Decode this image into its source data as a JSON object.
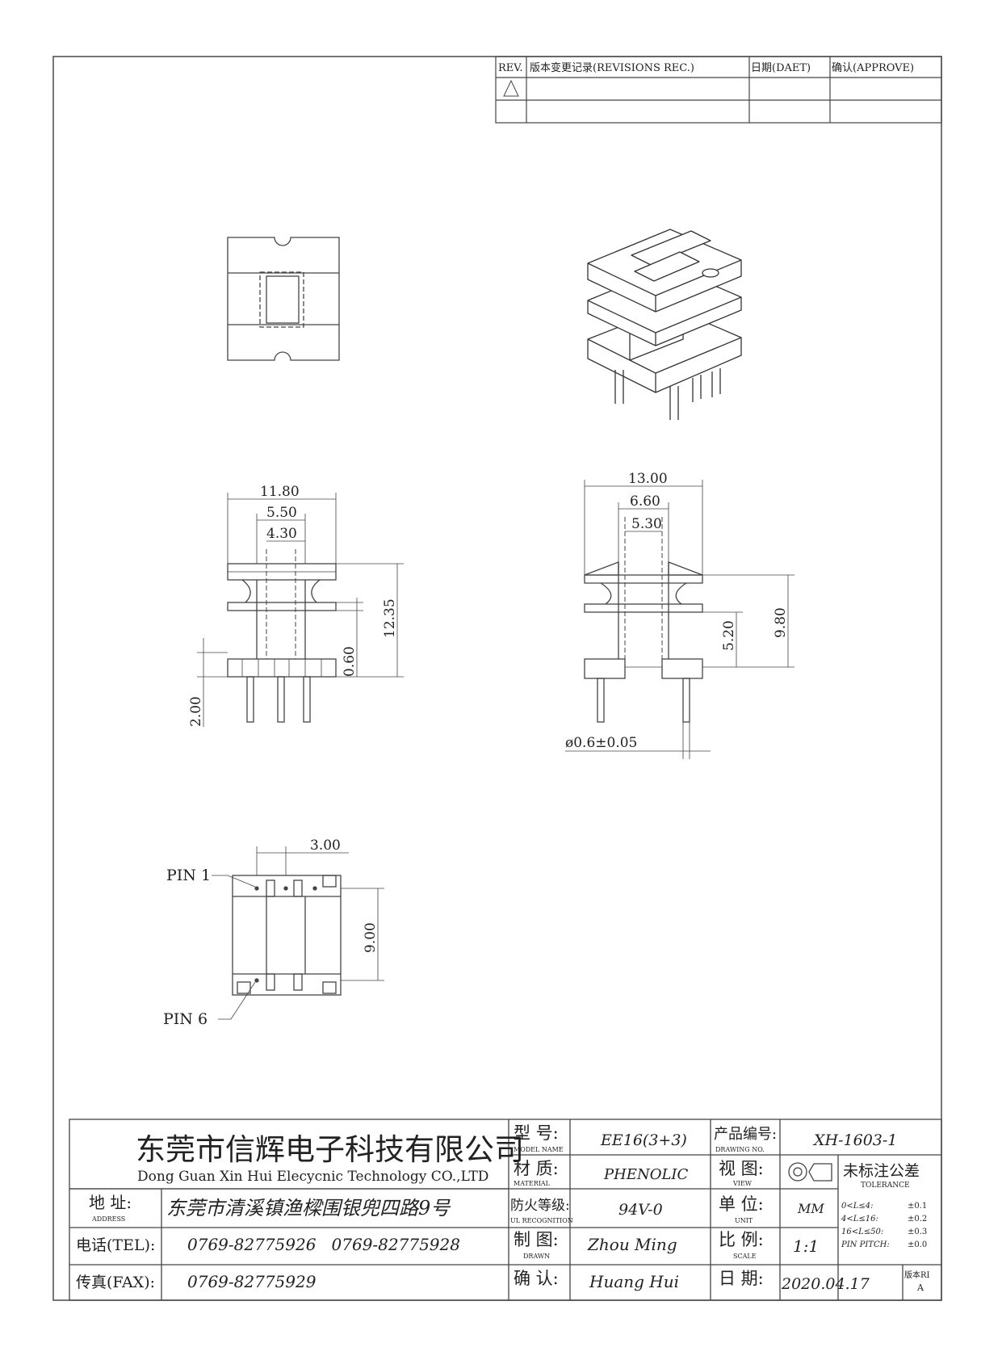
{
  "revisions": {
    "headers": [
      "REV.",
      "版本变更记录(REVISIONS REC.)",
      "日期(DAET)",
      "确认(APPROVE)"
    ],
    "rows": [
      [
        "",
        "",
        "",
        ""
      ],
      [
        "",
        "",
        "",
        ""
      ]
    ]
  },
  "dimensions": {
    "front_width": "11.80",
    "front_inner": "5.50",
    "front_core": "4.30",
    "front_height": "12.35",
    "front_flange": "0.60",
    "front_pin": "2.00",
    "side_width": "13.00",
    "side_inner": "6.60",
    "side_core": "5.30",
    "side_height": "9.80",
    "side_mid": "5.20",
    "pin_diameter": "ø0.6±0.05",
    "pin_pitch": "3.00",
    "pin_row": "9.00"
  },
  "pin_labels": {
    "first": "PIN 1",
    "last": "PIN 6"
  },
  "title_block": {
    "company_cn": "东莞市信辉电子科技有限公司",
    "company_en": "Dong Guan Xin Hui Elecycnic Technology CO.,LTD",
    "model_label_cn": "型 号:",
    "model_label_en": "MODEL NAME",
    "model_value": "EE16(3+3)",
    "drawing_no_label_cn": "产品编号:",
    "drawing_no_label_en": "DRAWING NO.",
    "drawing_no_value": "XH-1603-1",
    "material_label_cn": "材 质:",
    "material_label_en": "MATERIAL",
    "material_value": "PHENOLIC",
    "view_label_cn": "视 图:",
    "view_label_en": "VIEW",
    "tolerance_title_cn": "未标注公差",
    "tolerance_title_en": "TOLERANCE",
    "address_label_cn": "地 址:",
    "address_label_en": "ADDRESS",
    "address_value": "东莞市清溪镇渔樑围银兜四路9号",
    "ul_label_cn": "防火等级:",
    "ul_label_en": "UL RECOGNITION",
    "ul_value": "94V-0",
    "unit_label_cn": "单 位:",
    "unit_label_en": "UNIT",
    "unit_value": "MM",
    "tel_label": "电话(TEL):",
    "tel_values": "0769-82775926   0769-82775928",
    "drawn_label_cn": "制 图:",
    "drawn_label_en": "DRAWN",
    "drawn_value": "Zhou Ming",
    "scale_label_cn": "比 例:",
    "scale_label_en": "SCALE",
    "scale_value": "1:1",
    "fax_label": "传真(FAX):",
    "fax_value": "0769-82775929",
    "approve_label_cn": "确 认:",
    "approve_value": "Huang Hui",
    "date_label_cn": "日 期:",
    "date_value": "2020.04.17",
    "version_label": "版本RI",
    "version_value": "A",
    "tolerances": [
      [
        "0<L≤4:",
        "±0.1"
      ],
      [
        "4<L≤16:",
        "±0.2"
      ],
      [
        "16<L≤50:",
        "±0.3"
      ],
      [
        "PIN PITCH:",
        "±0.0"
      ]
    ]
  }
}
